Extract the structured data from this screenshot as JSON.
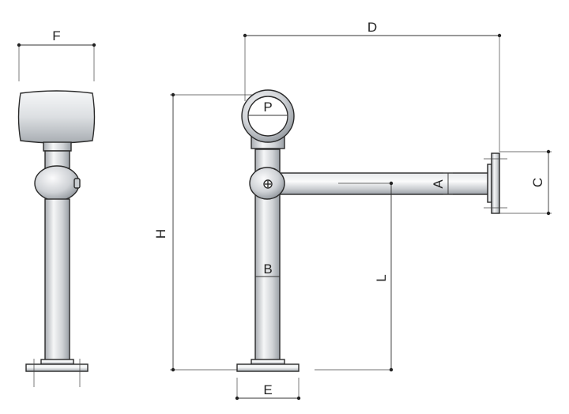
{
  "labels": {
    "F": "F",
    "D": "D",
    "P": "P",
    "H": "H",
    "B": "B",
    "A": "A",
    "C": "C",
    "L": "L",
    "E": "E"
  },
  "colors": {
    "background": "#ffffff",
    "metal_light": "#f4f5f6",
    "metal_mid": "#d2d5d8",
    "metal_dark": "#9da1a6",
    "line": "#2a2a2a"
  }
}
